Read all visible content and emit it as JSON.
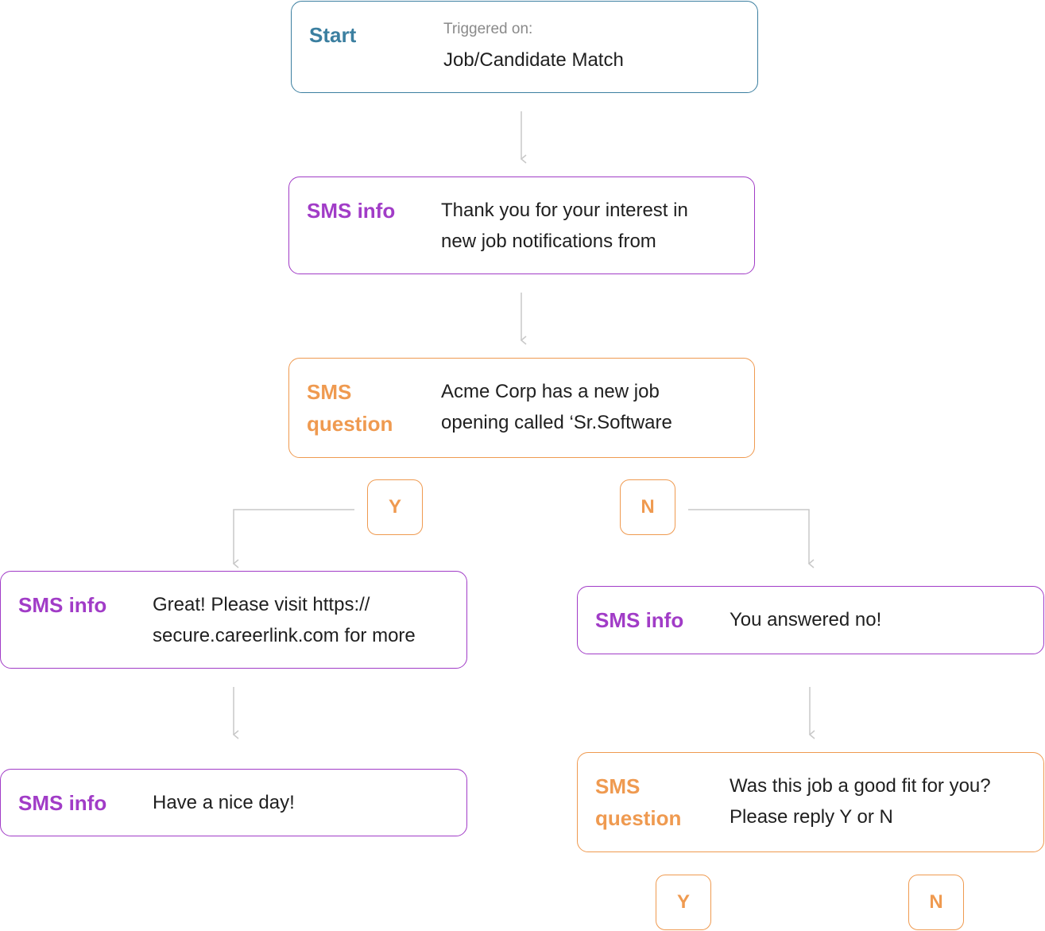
{
  "colors": {
    "start": "#3b7fa0",
    "info": "#a13cc7",
    "question": "#ef9a50",
    "connector": "#c8c8c8"
  },
  "nodes": {
    "start": {
      "kind": "Start",
      "sub": "Triggered on:",
      "text": "Job/Candidate Match"
    },
    "info1": {
      "kind": "SMS info",
      "text": "Thank you for your interest in new job notifications from"
    },
    "question1": {
      "kind": "SMS question",
      "text": "Acme Corp has a new job opening called ‘Sr.Software"
    },
    "info_yes": {
      "kind": "SMS info",
      "text": "Great! Please visit https:// secure.careerlink.com for more"
    },
    "info_yes2": {
      "kind": "SMS info",
      "text": "Have a nice day!"
    },
    "info_no": {
      "kind": "SMS info",
      "text": "You answered no!"
    },
    "question2": {
      "kind": "SMS question",
      "text": "Was this job a good fit for you? Please reply Y or N"
    }
  },
  "branches": {
    "q1_yes": "Y",
    "q1_no": "N",
    "q2_yes": "Y",
    "q2_no": "N"
  }
}
